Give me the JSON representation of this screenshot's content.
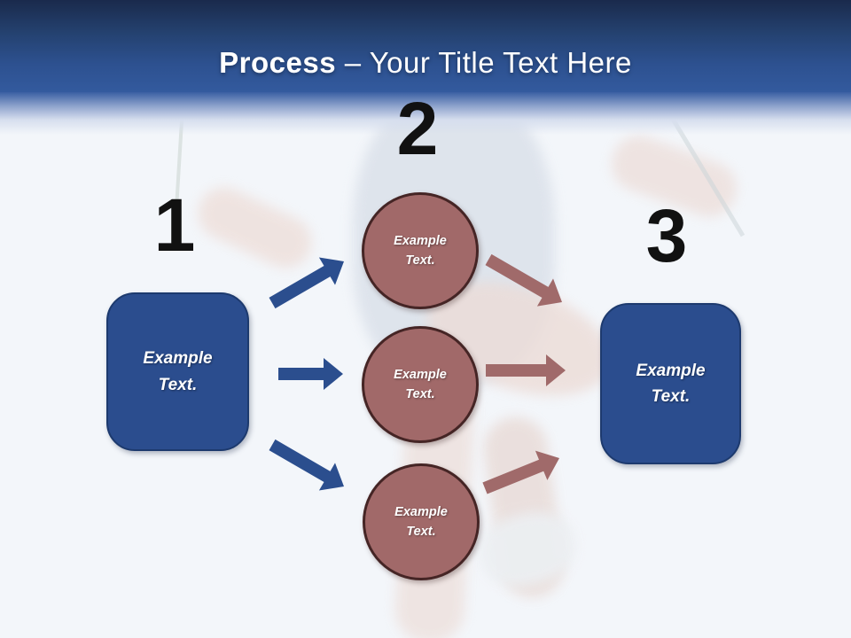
{
  "title": {
    "lead": "Process",
    "dash": "–",
    "rest": "Your Title Text Here"
  },
  "numbers": [
    "1",
    "2",
    "3"
  ],
  "shapes": {
    "left_box": {
      "label": "Example Text."
    },
    "right_box": {
      "label": "Example Text."
    },
    "circles": [
      {
        "label": "Example Text."
      },
      {
        "label": "Example Text."
      },
      {
        "label": "Example Text."
      }
    ]
  },
  "colors": {
    "background": "#f3f6fa",
    "header_top": "#1a2a4c",
    "header_mid": "#2d5190",
    "box_fill": "#2b4d8e",
    "box_border": "#1d3a6e",
    "circle_fill": "#a16969",
    "circle_border": "#452525",
    "arrow_blue": "#2b4e8e",
    "arrow_red": "#a06a6a",
    "number_color": "#111111"
  }
}
